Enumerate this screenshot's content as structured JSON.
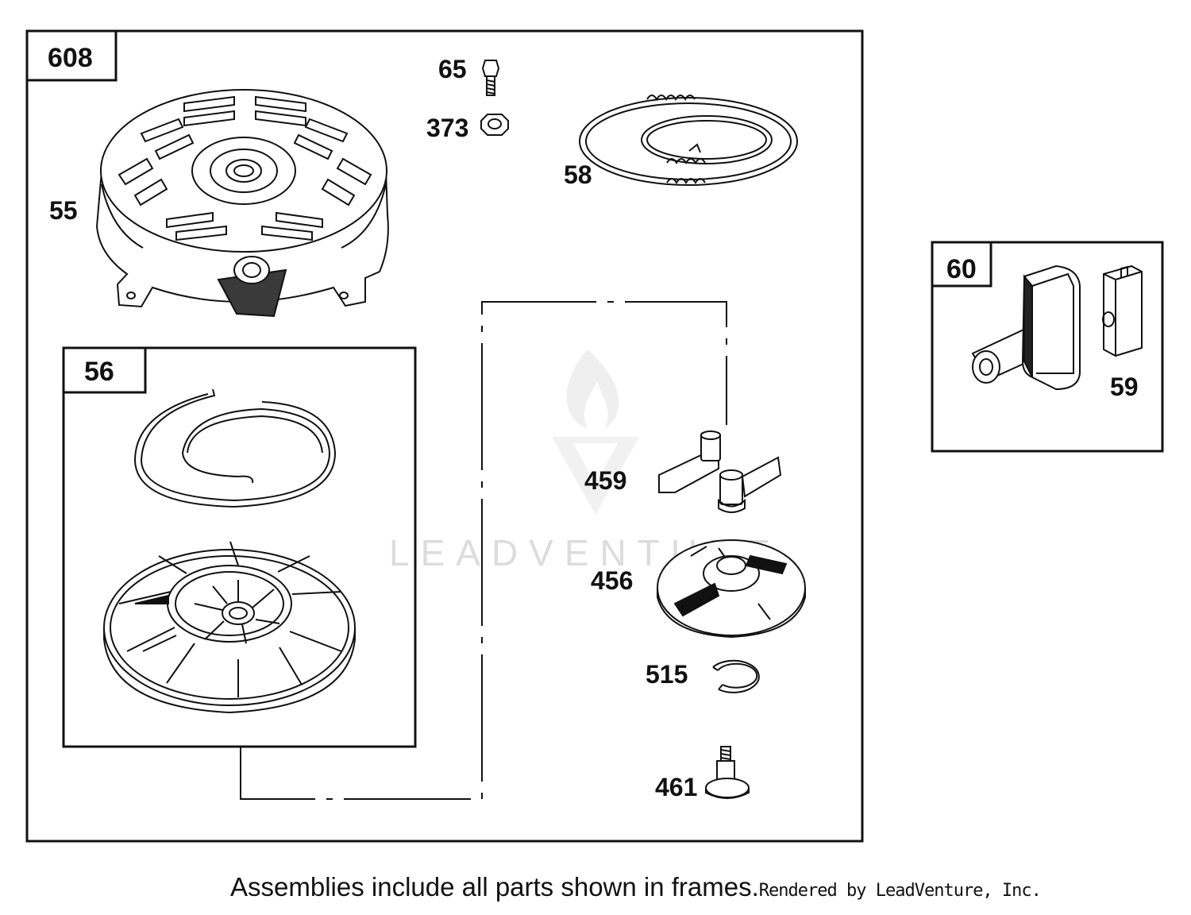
{
  "diagram": {
    "frames": {
      "main": "608",
      "sub_reel": "56",
      "handle_kit": "60"
    },
    "parts": [
      {
        "number": "65",
        "name": "screw"
      },
      {
        "number": "373",
        "name": "nut"
      },
      {
        "number": "55",
        "name": "housing"
      },
      {
        "number": "58",
        "name": "rope"
      },
      {
        "number": "459",
        "name": "dogs"
      },
      {
        "number": "456",
        "name": "retainer"
      },
      {
        "number": "515",
        "name": "ring"
      },
      {
        "number": "461",
        "name": "screw"
      },
      {
        "number": "59",
        "name": "insert"
      }
    ],
    "watermark": "LEADVENTURE"
  },
  "footer": {
    "note": "Assemblies include all parts shown in frames.",
    "credit": "Rendered by LeadVenture, Inc."
  }
}
